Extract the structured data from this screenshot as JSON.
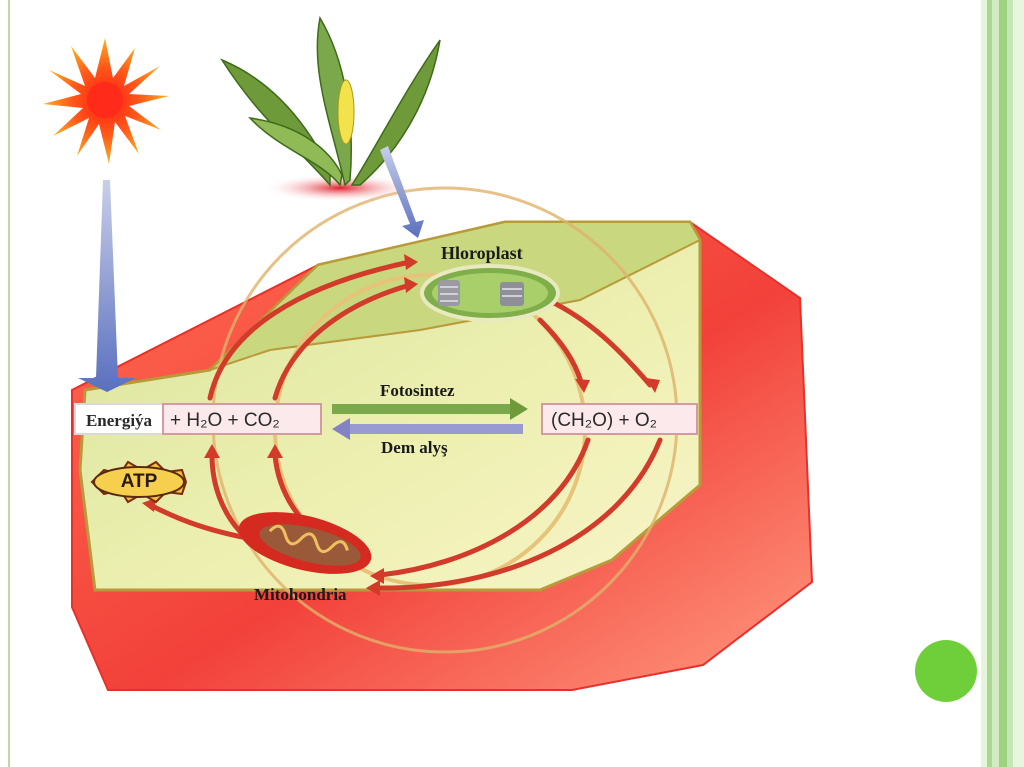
{
  "diagram": {
    "labels": {
      "chloroplast": "Hloroplast",
      "photosynthesis": "Fotosintez",
      "respiration": "Dem alyş",
      "mitochondria": "Mitohondria",
      "atp": "ATP",
      "energy": "Energiýa"
    },
    "equation": {
      "left": "+ H₂O + CO₂",
      "right": "(CH₂O) + O₂"
    }
  },
  "colors": {
    "cell_wall": "#f24a3a",
    "cytoplasm": "#eef0a8",
    "photosynthesis_arrow": "#6f9a3a",
    "respiration_arrow": "#8f8fc8",
    "sun": "#ff3a1a",
    "slide_accent": "#6fcf3a"
  },
  "icons": {
    "sun": "sun-icon",
    "plant": "plant-icon",
    "chloroplast": "chloroplast-icon",
    "mitochondrion": "mitochondrion-icon"
  }
}
